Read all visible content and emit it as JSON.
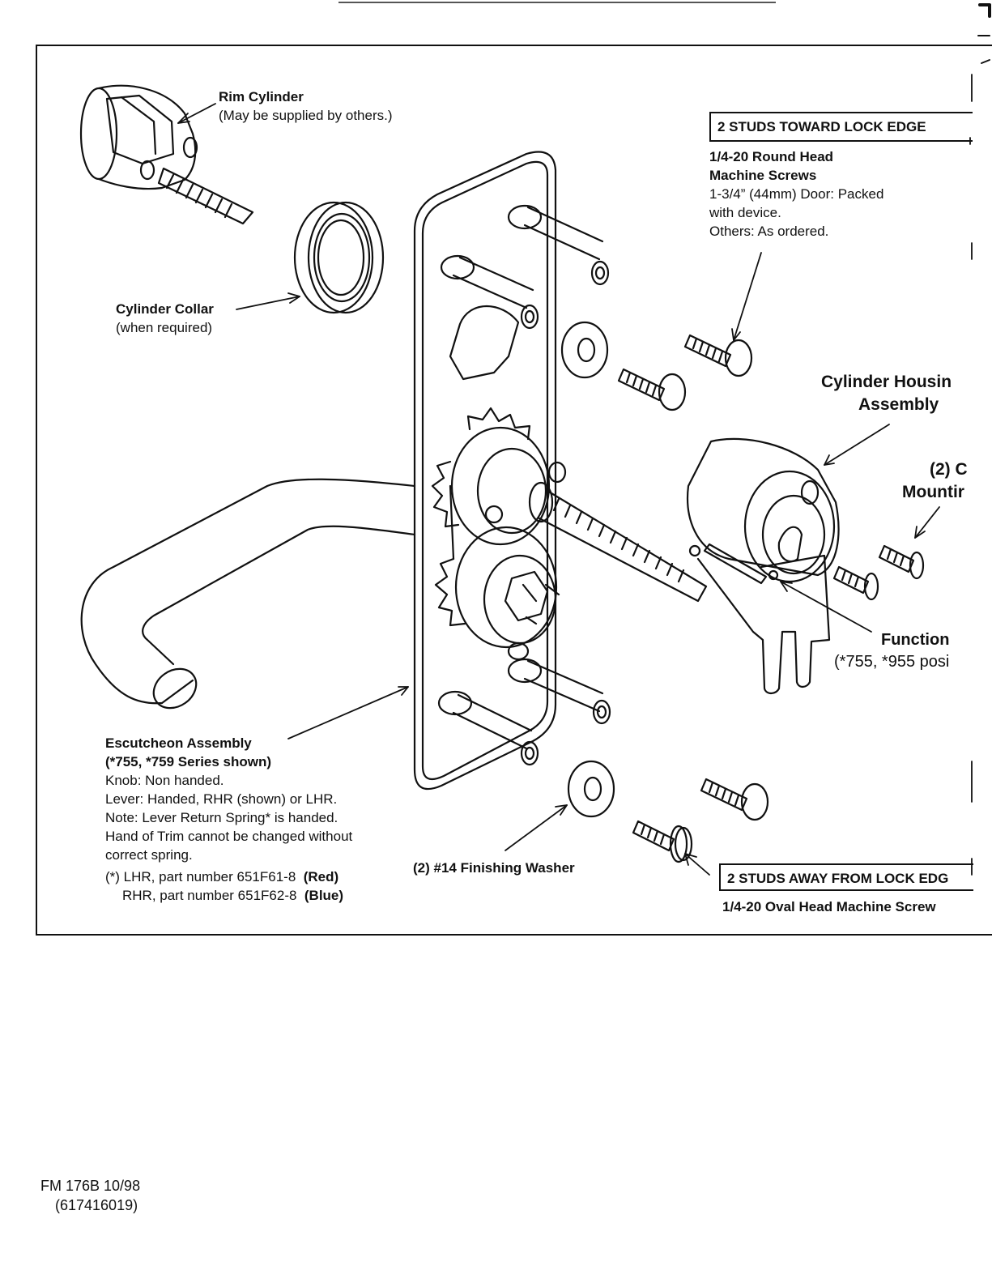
{
  "labels": {
    "rim_cylinder": {
      "title": "Rim Cylinder",
      "note": "(May be supplied by others.)"
    },
    "cylinder_collar": {
      "title": "Cylinder Collar",
      "note": "(when required)"
    },
    "studs_toward": {
      "box": "2 STUDS TOWARD LOCK EDGE",
      "screw_title_1": "1/4-20 Round Head",
      "screw_title_2": "Machine Screws",
      "line1": "1-3/4” (44mm) Door: Packed",
      "line2": "with device.",
      "line3": "Others: As ordered."
    },
    "cylinder_housing": {
      "line1": "Cylinder Housin",
      "line2": "Assembly"
    },
    "mounting": {
      "line1": "(2) C",
      "line2": "Mountir"
    },
    "function": {
      "line1": "Function",
      "line2": "(*755, *955 posi"
    },
    "escutcheon": {
      "title": "Escutcheon Assembly",
      "series": "(*755, *759 Series shown)",
      "line1": "Knob: Non handed.",
      "line2": "Lever: Handed, RHR (shown) or LHR.",
      "line3": "Note: Lever Return Spring* is handed.",
      "line4": "Hand of Trim cannot be changed without",
      "line5": "correct spring.",
      "lhr_text": "(*) LHR, part number 651F61-8",
      "lhr_color": "(Red)",
      "rhr_text": "RHR, part number 651F62-8",
      "rhr_color": "(Blue)"
    },
    "washer": "(2) #14 Finishing Washer",
    "studs_away": {
      "box": "2 STUDS AWAY FROM LOCK EDG",
      "screw": "1/4-20 Oval Head Machine Screw"
    }
  },
  "footer": {
    "form": "FM 176B  10/98",
    "part": "(617416019)"
  }
}
